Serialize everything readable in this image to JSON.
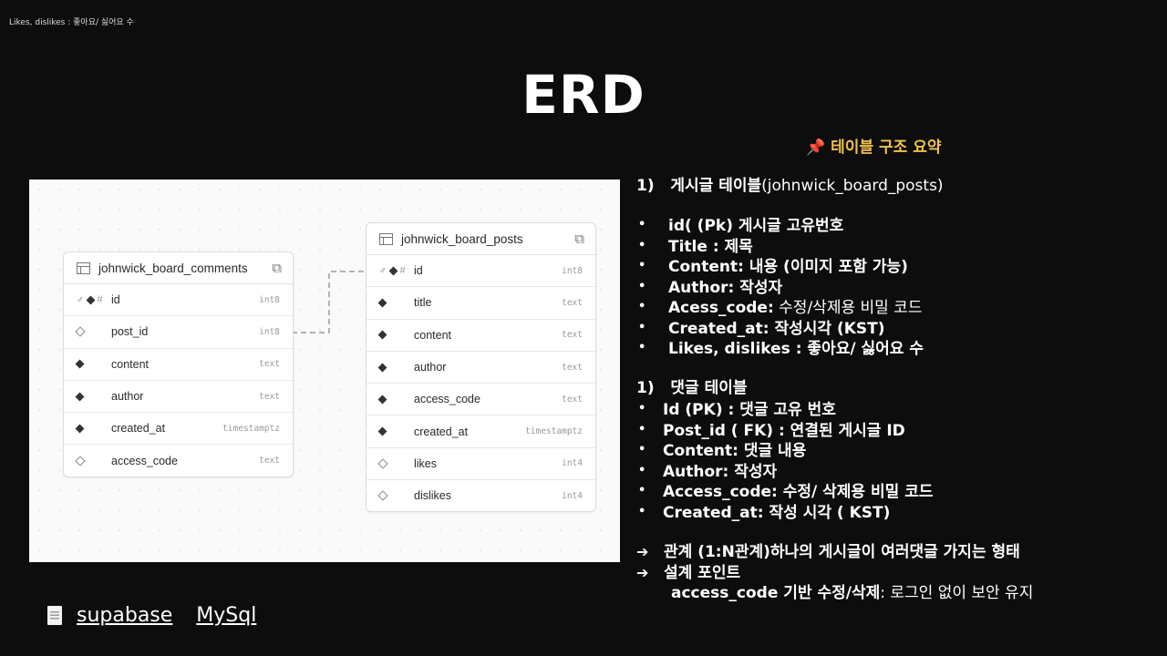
{
  "top_note": "Likes, dislikes : 좋아요/ 싫어요 수",
  "title": "ERD",
  "summary": {
    "pin_icon": "pushpin-icon",
    "heading": "테이블 구조 요약"
  },
  "erd": {
    "comments_table": {
      "name": "johnwick_board_comments",
      "columns": [
        {
          "name": "id",
          "type": "int8",
          "icons": [
            "key",
            "diamond-filled",
            "hash"
          ]
        },
        {
          "name": "post_id",
          "type": "int8",
          "icons": [
            "diamond-empty"
          ]
        },
        {
          "name": "content",
          "type": "text",
          "icons": [
            "diamond-filled"
          ]
        },
        {
          "name": "author",
          "type": "text",
          "icons": [
            "diamond-filled"
          ]
        },
        {
          "name": "created_at",
          "type": "timestamptz",
          "icons": [
            "diamond-filled"
          ]
        },
        {
          "name": "access_code",
          "type": "text",
          "icons": [
            "diamond-empty"
          ]
        }
      ]
    },
    "posts_table": {
      "name": "johnwick_board_posts",
      "columns": [
        {
          "name": "id",
          "type": "int8",
          "icons": [
            "key",
            "diamond-filled",
            "hash"
          ]
        },
        {
          "name": "title",
          "type": "text",
          "icons": [
            "diamond-filled"
          ]
        },
        {
          "name": "content",
          "type": "text",
          "icons": [
            "diamond-filled"
          ]
        },
        {
          "name": "author",
          "type": "text",
          "icons": [
            "diamond-filled"
          ]
        },
        {
          "name": "access_code",
          "type": "text",
          "icons": [
            "diamond-filled"
          ]
        },
        {
          "name": "created_at",
          "type": "timestamptz",
          "icons": [
            "diamond-filled"
          ]
        },
        {
          "name": "likes",
          "type": "int4",
          "icons": [
            "diamond-empty"
          ]
        },
        {
          "name": "dislikes",
          "type": "int4",
          "icons": [
            "diamond-empty"
          ]
        }
      ]
    }
  },
  "posts_section": {
    "heading_num": "1)",
    "heading_bold": "게시글   테이블",
    "heading_rest": "(johnwick_board_posts)",
    "items": [
      {
        "bold": "id( (Pk) 게시글 고유번호",
        "rest": ""
      },
      {
        "bold": "Title : 제목",
        "rest": ""
      },
      {
        "bold": "Content: 내용 (이미지 포함 가능)",
        "rest": ""
      },
      {
        "bold": "Author: 작성자",
        "rest": ""
      },
      {
        "bold": "Acess_code:",
        "rest": " 수정/삭제용 비밀 코드"
      },
      {
        "bold": "Created_at: 작성시각 (KST)",
        "rest": ""
      },
      {
        "bold": "Likes, dislikes : 좋아요/ 싫어요 수",
        "rest": ""
      }
    ]
  },
  "comments_section": {
    "heading_num": "1)",
    "heading": "댓글 테이블",
    "items": [
      "Id   (PK) : 댓글 고유 번호",
      "Post_id ( FK) : 연결된 게시글 ID",
      "Content: 댓글 내용",
      "Author: 작성자",
      "Access_code: 수정/ 삭제용 비밀 코드",
      "Created_at: 작성 시각 ( KST)"
    ]
  },
  "notes": {
    "relation": "관계 (1:N관계)하나의 게시글이 여러댓글 가지는 형태",
    "design_point": "설계 포인트",
    "design_detail_bold": "access_code 기반 수정/삭제",
    "design_detail_rest": ": 로그인 없이 보안 유지"
  },
  "links": [
    "supabase",
    "MySql"
  ]
}
